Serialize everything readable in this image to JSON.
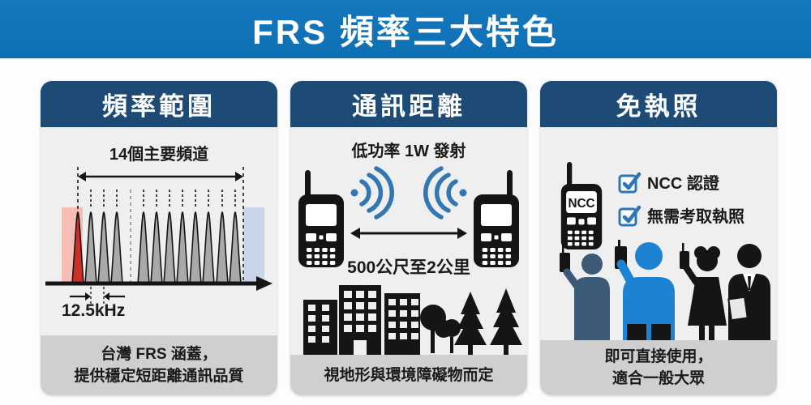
{
  "title": "FRS 頻率三大特色",
  "panels": [
    {
      "title": "頻率範圍",
      "chart_label": "14個主要頻道",
      "spacing_label": "12.5kHz",
      "footer_line1": "台灣 FRS 涵蓋，",
      "footer_line2": "提供穩定短距離通訊品質"
    },
    {
      "title": "通訊距離",
      "power_label": "低功率 1W 發射",
      "range_label": "500公尺至2公里",
      "footer_line1": "視地形與環境障礙物而定"
    },
    {
      "title": "免執照",
      "radio_label": "NCC",
      "check_1": "NCC 認證",
      "check_2": "無需考取執照",
      "footer_line1": "即可直接使用，",
      "footer_line2": "適合一般大眾"
    }
  ],
  "spectrum": {
    "type": "frequency-spectrum-diagram",
    "channels_stated": 14,
    "visible_peaks": 12,
    "highlighted_peak": "first (red)",
    "channel_spacing": "12.5kHz",
    "left_guard_band_color": "#f5bdb3",
    "right_guard_band_color": "#c8d5eb"
  },
  "colors": {
    "title_bar_blue": "#1173b9",
    "panel_header_navy": "#1d4b76",
    "panel_body_gray": "#efefef",
    "panel_footer_gray": "#cfcfcf",
    "peak_red": "#cd2f27",
    "peak_gray": "#a9a9a9",
    "signal_wave_blue": "#3077b4",
    "checkbox_blue": "#2e75b6",
    "person_blue": "#1e82d2",
    "person_slate": "#3b5a78",
    "silhouette_black": "#151515"
  }
}
